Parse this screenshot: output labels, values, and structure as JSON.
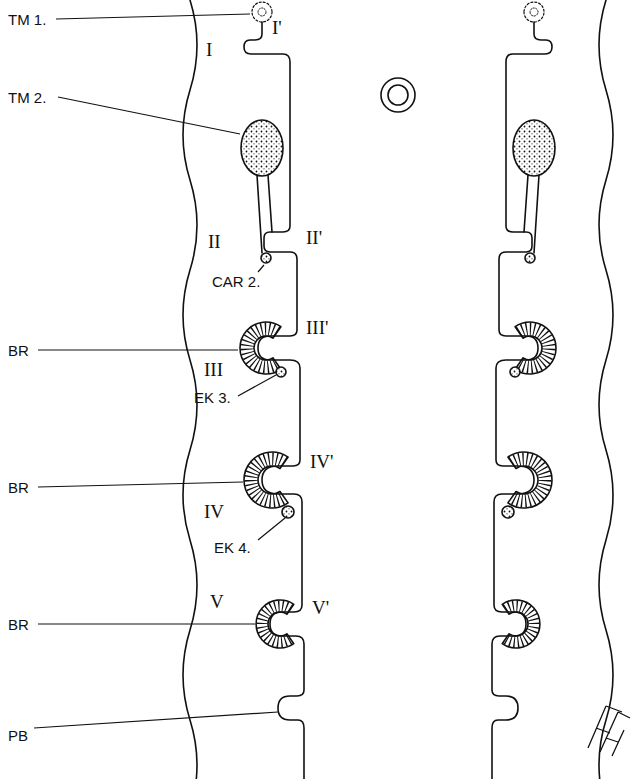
{
  "diagram": {
    "labels": [
      "TM 1.",
      "I",
      "I'",
      "TM 2.",
      "II",
      "II'",
      "CAR 2.",
      "BR",
      "III",
      "III'",
      "EK 3.",
      "BR",
      "IV",
      "IV'",
      "EK 4.",
      "BR",
      "V",
      "V'",
      "PB"
    ]
  }
}
